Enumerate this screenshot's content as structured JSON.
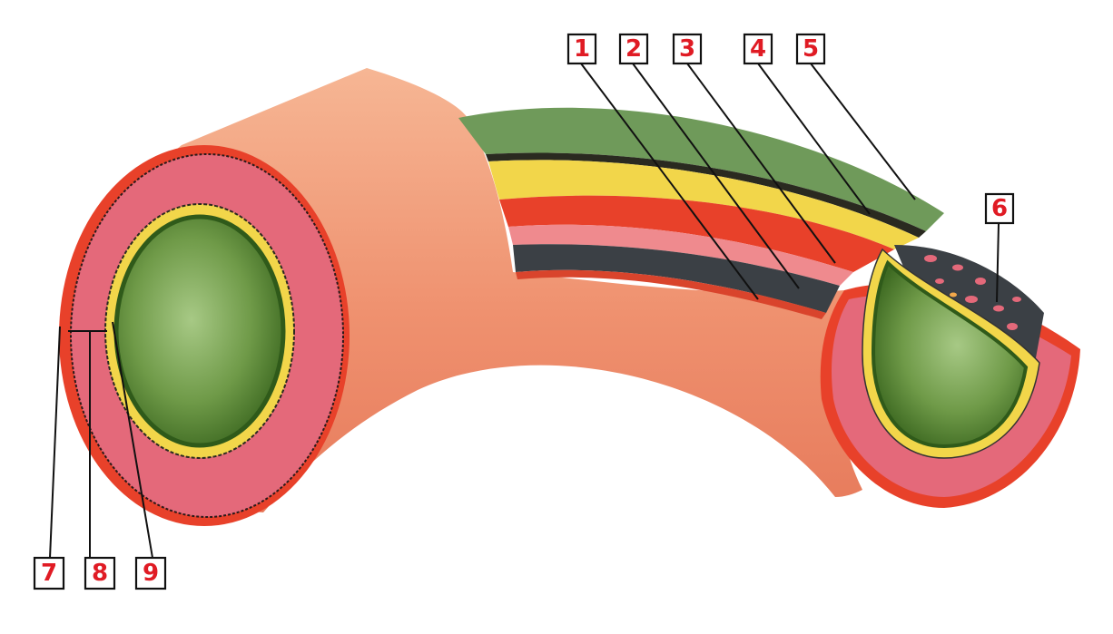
{
  "labels": [
    {
      "id": "1",
      "text": "1"
    },
    {
      "id": "2",
      "text": "2"
    },
    {
      "id": "3",
      "text": "3"
    },
    {
      "id": "4",
      "text": "4"
    },
    {
      "id": "5",
      "text": "5"
    },
    {
      "id": "6",
      "text": "6"
    },
    {
      "id": "7",
      "text": "7"
    },
    {
      "id": "8",
      "text": "8"
    },
    {
      "id": "9",
      "text": "9"
    }
  ],
  "colors": {
    "vessel_wall": "#ee8a6c",
    "vessel_wall_light": "#f4a888",
    "outer_red": "#e8412a",
    "pink_layer": "#e4697a",
    "green_outer": "#6f9a5a",
    "yellow_layer": "#f2d64a",
    "dark_green_lumen": "#4d7a2c",
    "light_green_lumen": "#9cc07a",
    "charcoal_layer": "#3b4045",
    "label_red": "#e01b24"
  }
}
